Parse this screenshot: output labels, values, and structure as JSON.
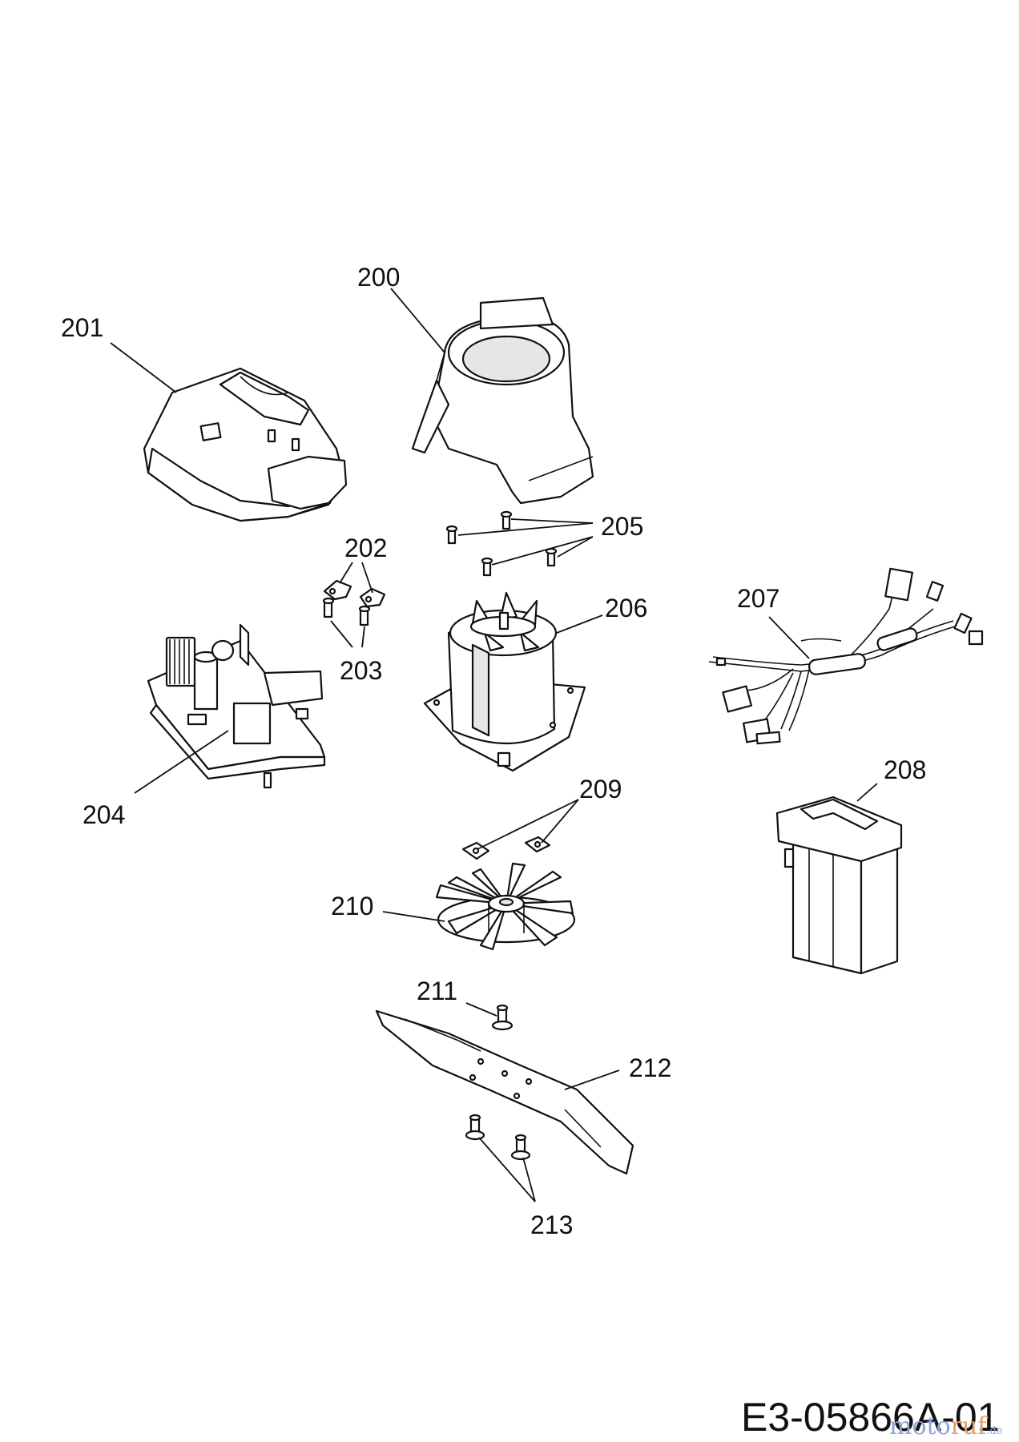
{
  "labels": {
    "p200": "200",
    "p201": "201",
    "p202": "202",
    "p203": "203",
    "p204": "204",
    "p205": "205",
    "p206": "206",
    "p207": "207",
    "p208": "208",
    "p209": "209",
    "p210": "210",
    "p211": "211",
    "p212": "212",
    "p213": "213"
  },
  "drawing_number": "E3-05866A-01",
  "watermark": {
    "part1": "moto",
    "part2": "ruf",
    "part3": ".de"
  }
}
